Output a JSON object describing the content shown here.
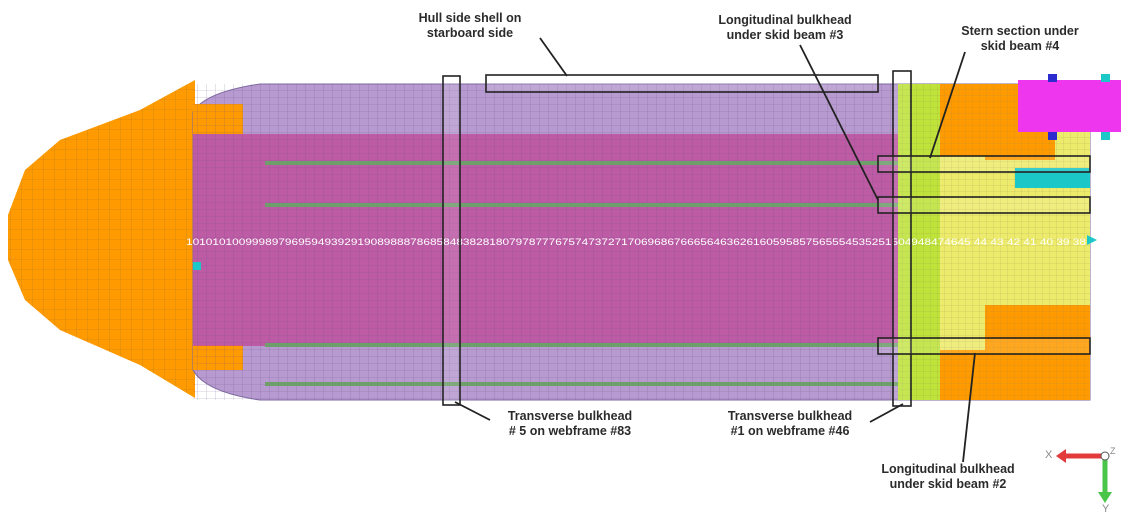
{
  "colors": {
    "orange": "#FF9A00",
    "purple_plate": "#B79ACF",
    "magenta_deck": "#C0509E",
    "green_stiffener": "#6E9E6A",
    "yellow_stern": "#EDEB6C",
    "lime": "#BFE33A",
    "pink_block": "#EE36EF",
    "cyan_marker": "#1CC7C7",
    "axis_red": "#E33B3B",
    "axis_green": "#49C64A"
  },
  "annotations": [
    {
      "id": "hull-side-shell",
      "lines": [
        "Hull side shell on",
        "starboard side"
      ]
    },
    {
      "id": "long-bulkhead-3",
      "lines": [
        "Longitudinal bulkhead",
        "under skid beam #3"
      ]
    },
    {
      "id": "stern-section-4",
      "lines": [
        "Stern section under",
        "skid beam #4"
      ]
    },
    {
      "id": "trans-bulkhead-5",
      "lines": [
        "Transverse bulkhead",
        "# 5 on webframe #83"
      ]
    },
    {
      "id": "trans-bulkhead-1",
      "lines": [
        "Transverse bulkhead",
        "#1 on webframe #46"
      ]
    },
    {
      "id": "long-bulkhead-2",
      "lines": [
        "Longitudinal bulkhead",
        "under skid beam #2"
      ]
    }
  ],
  "frame_label_row": "10101010099989796959493929190898887868584838281807978777675747372717069686766656463626160595857565554535251504948474645 44 43 42 41 40 39 38",
  "axes": {
    "x": "X",
    "y": "Y",
    "z": "Z"
  }
}
